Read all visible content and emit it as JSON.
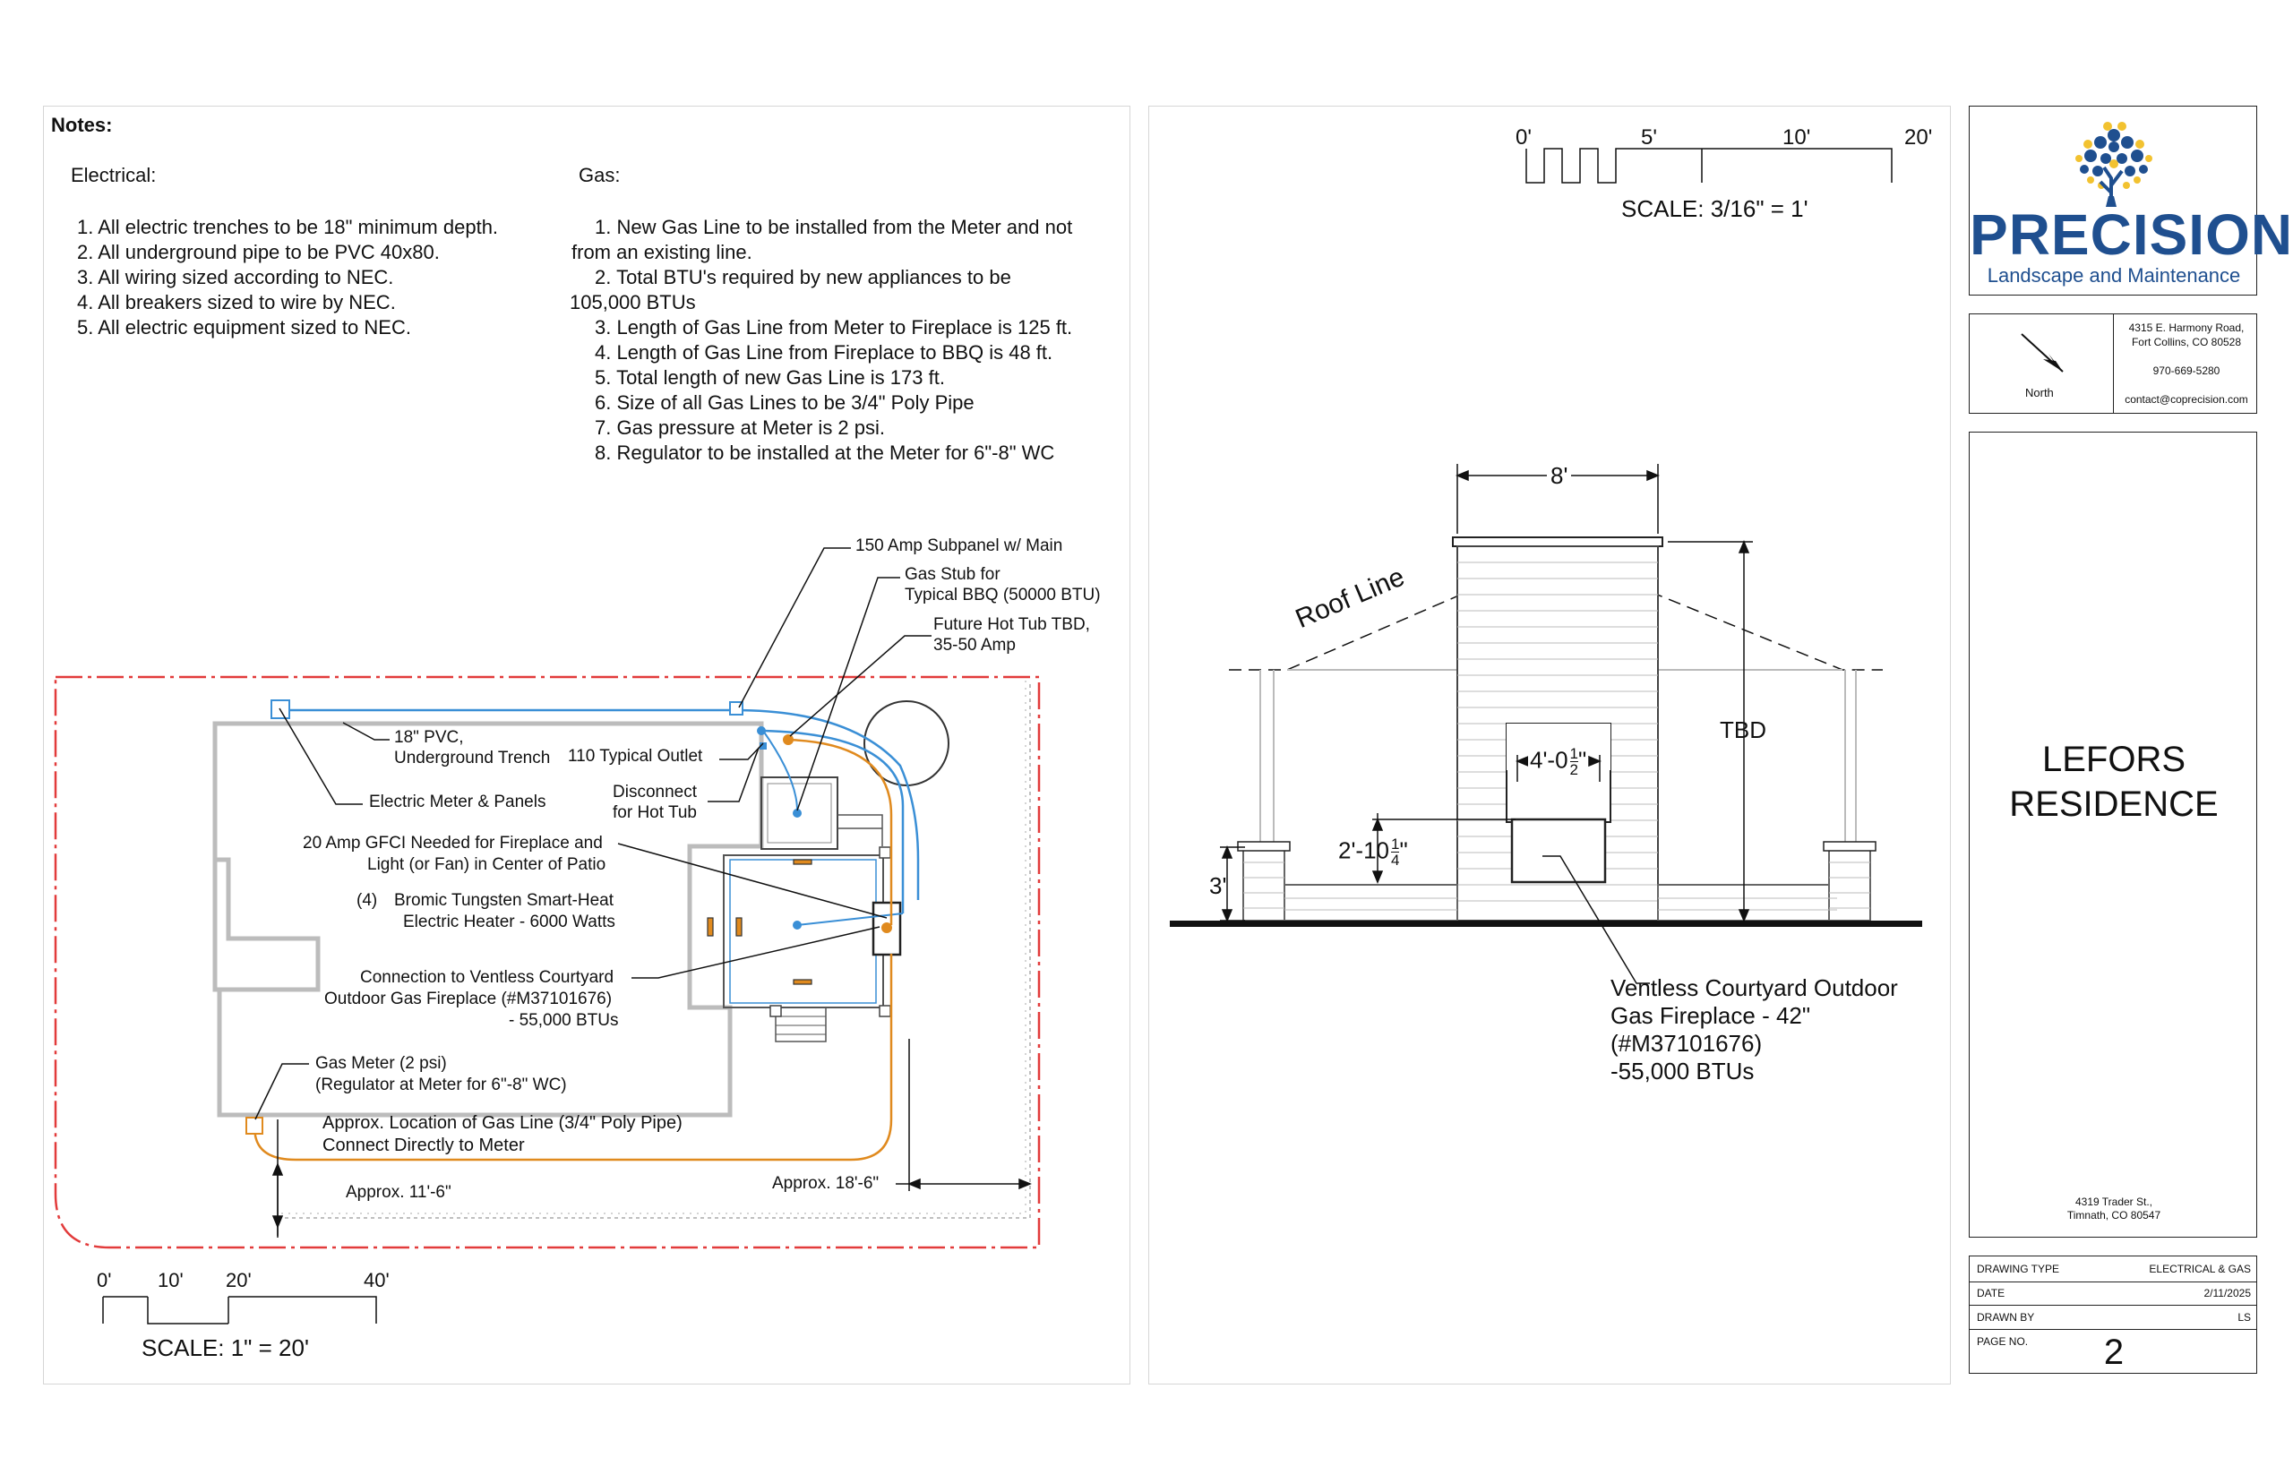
{
  "notes": {
    "title": "Notes:",
    "electrical": {
      "heading": "Electrical:",
      "items": [
        "1. All electric trenches to be 18\" minimum depth.",
        "2. All underground pipe to be PVC 40x80.",
        "3. All wiring sized according to NEC.",
        "4. All breakers sized to wire by NEC.",
        "5. All electric equipment sized to NEC."
      ]
    },
    "gas": {
      "heading": "Gas:",
      "items": [
        "1. New Gas Line to be installed from the Meter and not",
        "from an existing line.",
        "2. Total BTU's required by new appliances to be",
        "105,000 BTUs",
        "3. Length of Gas Line from Meter to Fireplace is 125 ft.",
        "4. Length of Gas Line from Fireplace to BBQ is 48 ft.",
        "5. Total length of new Gas Line is 173 ft.",
        "6. Size of all Gas Lines to be 3/4\" Poly Pipe",
        "7. Gas pressure at Meter is 2 psi.",
        "8. Regulator to be installed at the Meter for 6\"-8\" WC"
      ]
    }
  },
  "site_plan": {
    "callouts": {
      "subpanel": "150 Amp Subpanel w/ Main",
      "gas_stub_1": "Gas Stub for",
      "gas_stub_2": "Typical BBQ (50000 BTU)",
      "hot_tub_1": "Future Hot Tub TBD,",
      "hot_tub_2": "35-50 Amp",
      "pvc_1": "18\" PVC,",
      "pvc_2": "Underground Trench",
      "outlet": "110 Typical Outlet",
      "meter_panels": "Electric Meter & Panels",
      "disconnect_1": "Disconnect",
      "disconnect_2": "for Hot Tub",
      "gfci_1": "20 Amp GFCI Needed for Fireplace and",
      "gfci_2": "Light (or Fan) in Center of Patio",
      "heater_qty": "(4)",
      "heater_1": "Bromic Tungsten Smart-Heat",
      "heater_2": "Electric Heater - 6000 Watts",
      "fireplace_1": "Connection to Ventless Courtyard",
      "fireplace_2": "Outdoor Gas Fireplace (#M37101676)",
      "fireplace_3": "- 55,000 BTUs",
      "gas_meter_1": "Gas Meter (2 psi)",
      "gas_meter_2": "(Regulator at Meter for 6\"-8\" WC)",
      "gas_line_1": "Approx. Location of Gas Line (3/4\" Poly Pipe)",
      "gas_line_2": "Connect Directly to Meter",
      "dim_11": "Approx. 11'-6\"",
      "dim_18": "Approx. 18'-6\""
    },
    "scale_bar": {
      "ticks": [
        "0'",
        "10'",
        "20'",
        "40'"
      ],
      "label": "SCALE: 1\" = 20'"
    }
  },
  "elevation": {
    "scale_bar": {
      "ticks": [
        "0'",
        "5'",
        "10'",
        "20'"
      ],
      "label": "SCALE: 3/16\" = 1'"
    },
    "roof_line": "Roof Line",
    "dim_width": "8'",
    "dim_height": "TBD",
    "dim_opening_w_whole": "4'-0",
    "dim_opening_w_num": "1",
    "dim_opening_w_den": "2",
    "dim_opening_h_whole": "2'-10",
    "dim_opening_h_num": "1",
    "dim_opening_h_den": "4",
    "dim_wall": "3'",
    "callout": [
      "Ventless Courtyard Outdoor",
      "Gas Fireplace - 42\"",
      "(#M37101676)",
      "-55,000 BTUs"
    ]
  },
  "title_block": {
    "logo_name": "PRECISION",
    "logo_sub": "Landscape and Maintenance",
    "north_label": "North",
    "address_1": "4315 E. Harmony Road,",
    "address_2": "Fort Collins, CO 80528",
    "phone": "970-669-5280",
    "email": "contact@coprecision.com",
    "project_1": "LEFORS",
    "project_2": "RESIDENCE",
    "site_address_1": "4319 Trader St.,",
    "site_address_2": "Timnath, CO 80547",
    "drawing_type_label": "DRAWING TYPE",
    "drawing_type_value": "ELECTRICAL & GAS",
    "date_label": "DATE",
    "date_value": "2/11/2025",
    "drawn_by_label": "DRAWN BY",
    "drawn_by_value": "LS",
    "page_no_label": "PAGE NO.",
    "page_no_value": "2"
  },
  "colors": {
    "electrical": "#3a8fd6",
    "gas": "#e08a1e",
    "property_line": "#e23b3b",
    "logo_blue": "#1f4f8f",
    "logo_gold": "#f2c230"
  }
}
